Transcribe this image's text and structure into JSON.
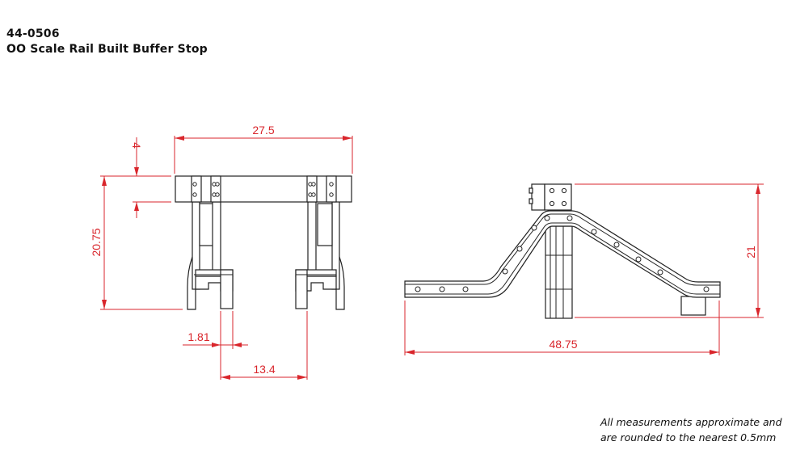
{
  "title": {
    "product_code": "44-0506",
    "product_name": "OO Scale Rail Built Buffer Stop"
  },
  "front_view": {
    "dimensions": {
      "overall_width": "27.5",
      "beam_height": "4",
      "overall_height": "20.75",
      "rail_width": "1.81",
      "gauge": "13.4"
    }
  },
  "side_view": {
    "dimensions": {
      "overall_length": "48.75",
      "overall_height": "21"
    }
  },
  "note": {
    "line1": "All measurements approximate and",
    "line2": "are rounded to the nearest 0.5mm"
  },
  "colors": {
    "dimension": "#d9262c",
    "outline": "#222222",
    "text": "#111111"
  }
}
